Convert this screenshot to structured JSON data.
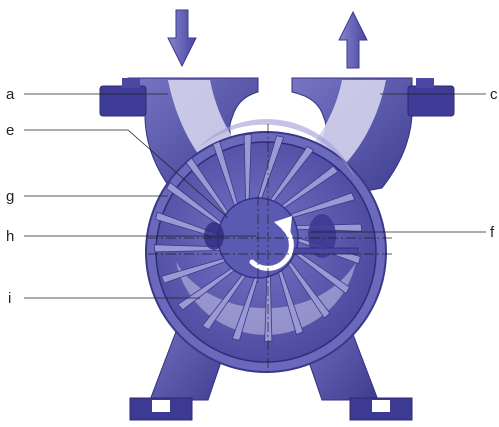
{
  "labels": {
    "a": "a",
    "c": "c",
    "e": "e",
    "g": "g",
    "h": "h",
    "f": "f",
    "i": "i"
  },
  "arrows": {
    "inlet": "down-arrow-icon",
    "outlet": "up-arrow-icon",
    "rotation": "clockwise-rotation-icon"
  },
  "colors": {
    "body": "#5a59b0",
    "body_dark": "#3a3888",
    "body_light": "#8a89cc",
    "port_fill": "#d4d3ec",
    "casing": "#6565bb",
    "vane": "#9a99d4",
    "liquid_ring": "#c6c5e6",
    "arrow": "#5b5ab2"
  }
}
